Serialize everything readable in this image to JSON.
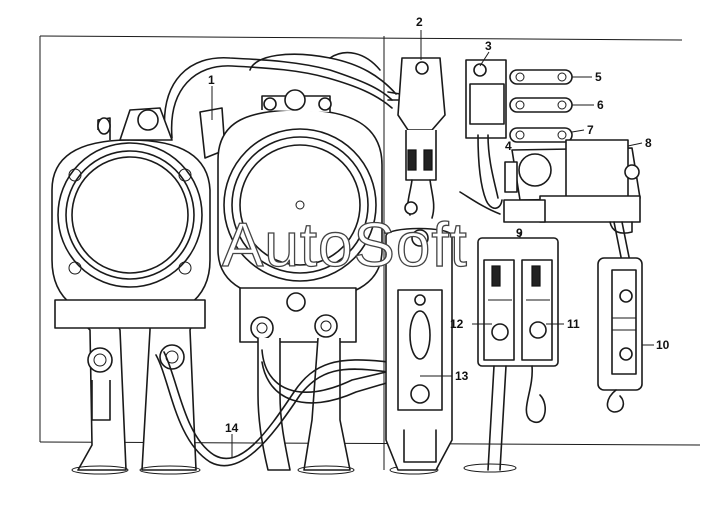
{
  "callouts": [
    "1",
    "2",
    "3",
    "4",
    "5",
    "6",
    "7",
    "8",
    "9",
    "10",
    "11",
    "12",
    "13",
    "14"
  ],
  "watermark": "AutoSoft"
}
